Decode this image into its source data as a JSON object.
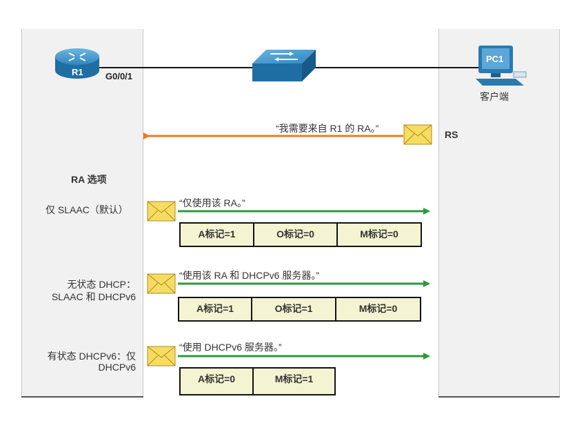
{
  "topology": {
    "router_label": "R1",
    "interface_label": "G0/0/1",
    "pc_label": "PC1",
    "client_label": "客户端"
  },
  "rs": {
    "quote": "“我需要来自 R1 的 RA。”",
    "label": "RS"
  },
  "options_heading": "RA 选项",
  "options": [
    {
      "label_lines": [
        "仅 SLAAC（默认）"
      ],
      "quote": "“仅使用该 RA。”",
      "flags": [
        "A标记=1",
        "O标记=0",
        "M标记=0"
      ]
    },
    {
      "label_lines": [
        "无状态 DHCP：",
        "SLAAC 和 DHCPv6"
      ],
      "quote": "“使用该 RA 和 DHCPv6 服务器。”",
      "flags": [
        "A标记=1",
        "O标记=1",
        "M标记=0"
      ]
    },
    {
      "label_lines": [
        "有状态 DHCPv6：仅",
        "DHCPv6"
      ],
      "quote": "“使用 DHCPv6 服务器。”",
      "flags": [
        "A标记=0",
        "M标记=1"
      ]
    }
  ],
  "colors": {
    "rs_arrow": "#ee7a22",
    "ra_arrow": "#2a9a3a",
    "envelope": "#f7dc62",
    "flag_fill": "#f4f3d2",
    "device_blue": "#2a7ab0"
  }
}
